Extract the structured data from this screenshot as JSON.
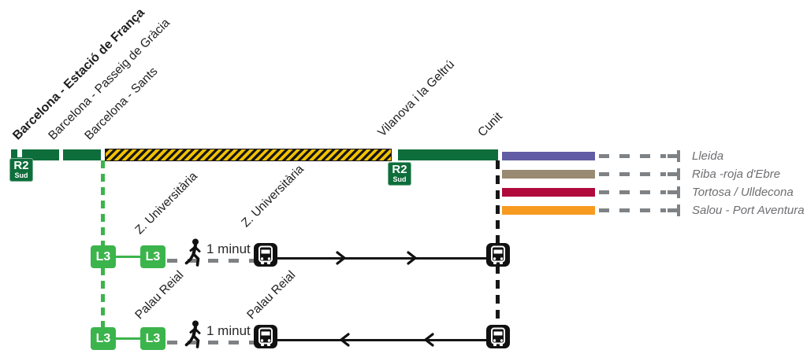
{
  "palette": {
    "line_green": "#0e6e3b",
    "metro_green": "#3cb44c",
    "hatch_yellow": "#f3c200",
    "hatch_black": "#161616",
    "dash_gray": "#7f8285",
    "label_gray": "#6d6e71",
    "text_dark": "#1f1f1f"
  },
  "main_line": {
    "badge_line": "R2",
    "badge_zone": "Sud",
    "stations": [
      "Barcelona - Estació de França",
      "Barcelona - Passeig de Gràcia",
      "Barcelona - Sants",
      "Vilanova i la Geltrú",
      "Cunit"
    ],
    "closed_section_style": "yellow-black-hatch"
  },
  "regional_connections": [
    {
      "label": "Lleida",
      "color": "#625ca4"
    },
    {
      "label": "Riba -roja d'Ebre",
      "color": "#998a72"
    },
    {
      "label": "Tortosa / Ulldecona",
      "color": "#b00a3c"
    },
    {
      "label": "Salou - Port Aventura",
      "color": "#f79a20"
    }
  ],
  "metro_shuttle": {
    "metro_badge": "L3",
    "rows": [
      {
        "station": "Z. Universitària",
        "walk_label": "1 minut",
        "bus_direction": "right"
      },
      {
        "station": "Palau Reial",
        "walk_label": "1 minut",
        "bus_direction": "left"
      }
    ]
  },
  "icons": {
    "walk": "walking-person",
    "bus": "bus-front",
    "arrow_right": "chevron-right",
    "arrow_left": "chevron-left"
  }
}
